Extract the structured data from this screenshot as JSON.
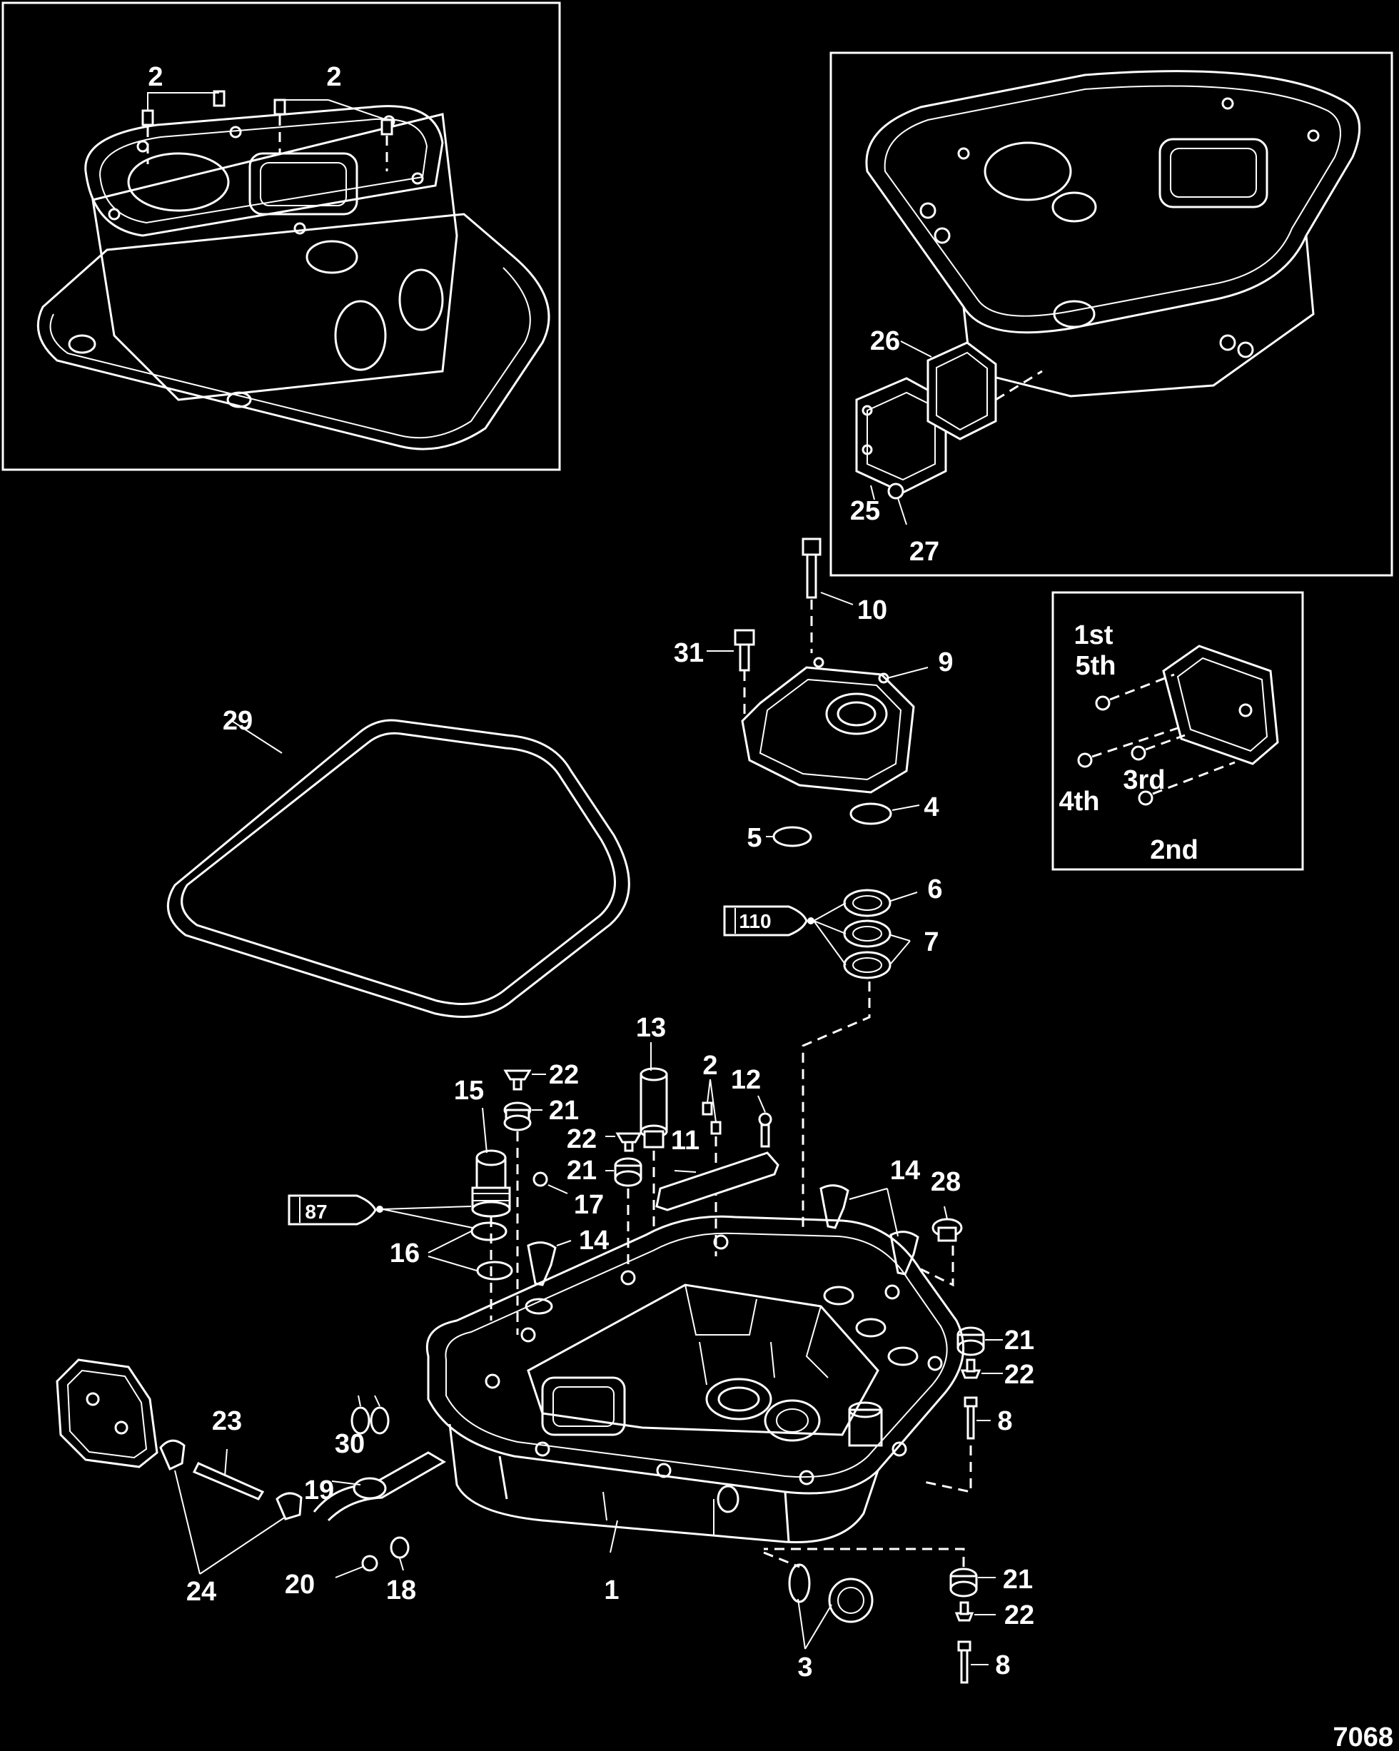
{
  "figure_id": "7068",
  "callouts": {
    "c1": "1",
    "c2": "2",
    "c3": "3",
    "c4": "4",
    "c5": "5",
    "c6": "6",
    "c7": "7",
    "c8": "8",
    "c9": "9",
    "c10": "10",
    "c11": "11",
    "c12": "12",
    "c13": "13",
    "c14": "14",
    "c15": "15",
    "c16": "16",
    "c17": "17",
    "c18": "18",
    "c19": "19",
    "c20": "20",
    "c21": "21",
    "c22": "22",
    "c23": "23",
    "c24": "24",
    "c25": "25",
    "c26": "26",
    "c27": "27",
    "c28": "28",
    "c29": "29",
    "c30": "30",
    "c31": "31"
  },
  "sealant_tubes": {
    "tube_110": "110",
    "tube_87": "87"
  },
  "torque_sequence": {
    "first": "1st",
    "fifth": "5th",
    "fourth": "4th",
    "third": "3rd",
    "second": "2nd"
  }
}
